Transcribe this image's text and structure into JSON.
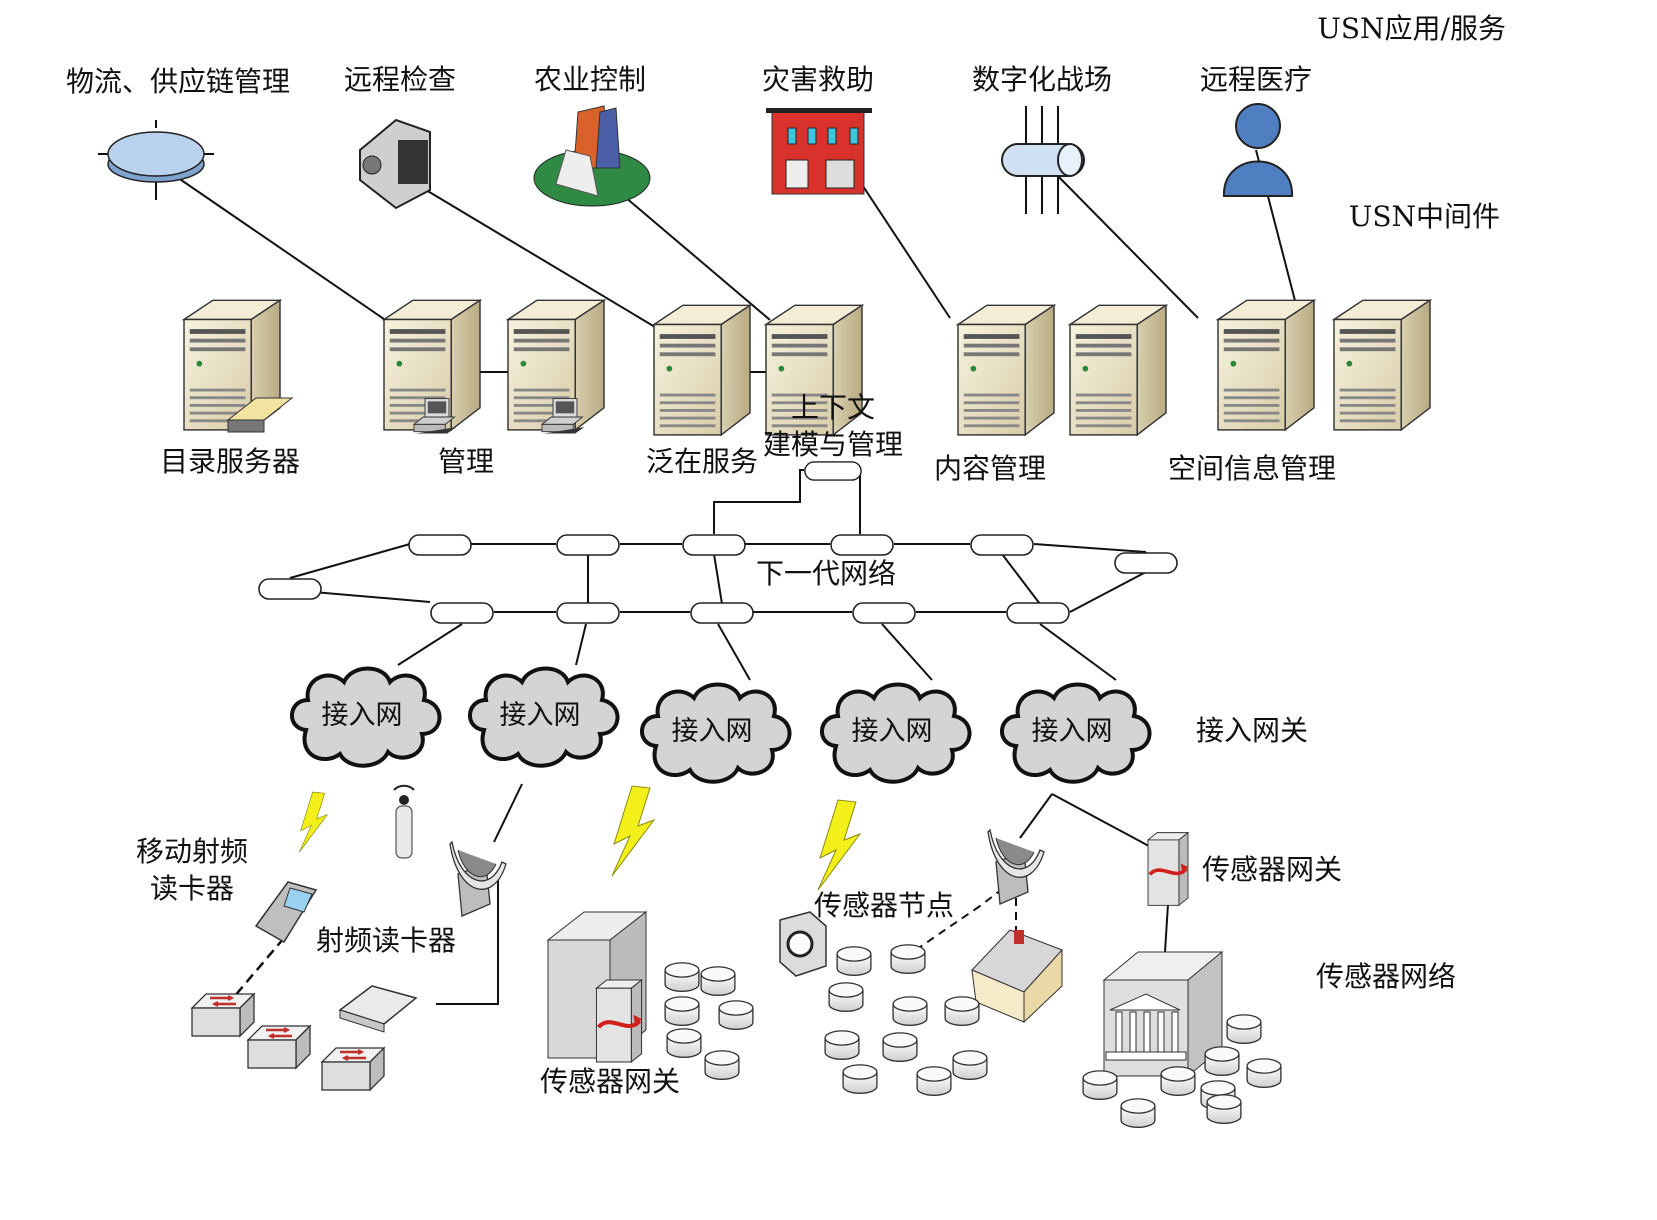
{
  "layers": {
    "application": "USN应用/服务",
    "middleware": "USN中间件",
    "access_gateway": "接入网关",
    "sensor_network": "传感器网络"
  },
  "applications": [
    {
      "label": "物流、供应链管理",
      "icon": "router-disc-icon"
    },
    {
      "label": "远程检查",
      "icon": "video-camera-icon"
    },
    {
      "label": "农业控制",
      "icon": "farm-building-icon"
    },
    {
      "label": "灾害救助",
      "icon": "firewall-building-icon"
    },
    {
      "label": "数字化战场",
      "icon": "cable-tube-icon"
    },
    {
      "label": "远程医疗",
      "icon": "user-person-icon"
    }
  ],
  "server_groups": [
    {
      "label": "目录服务器"
    },
    {
      "label": "管理"
    },
    {
      "label": "泛在服务"
    },
    {
      "label": "内容管理"
    },
    {
      "label": "空间信息管理"
    }
  ],
  "context": {
    "line1": "上下文",
    "line2": "建模与管理"
  },
  "backbone": {
    "label": "下一代网络"
  },
  "access_clouds": [
    "接入网",
    "接入网",
    "接入网",
    "接入网",
    "接入网"
  ],
  "devices": {
    "mobile_rfid": {
      "line1": "移动射频",
      "line2": "读卡器"
    },
    "rfid_reader": "射频读卡器",
    "gateway_left": "传感器网关",
    "sensor_node": "传感器节点",
    "gateway_right": "传感器网关"
  },
  "colors": {
    "server_body": "#efe7cc",
    "server_side": "#cfc3a0",
    "cloud_fill": "#d6d6d6",
    "lightning": "#f4f000",
    "brick_red": "#d9312b",
    "disc_blue": "#a9c6e8",
    "person_blue": "#4f7fc0",
    "farm_green": "#2f8a44"
  }
}
